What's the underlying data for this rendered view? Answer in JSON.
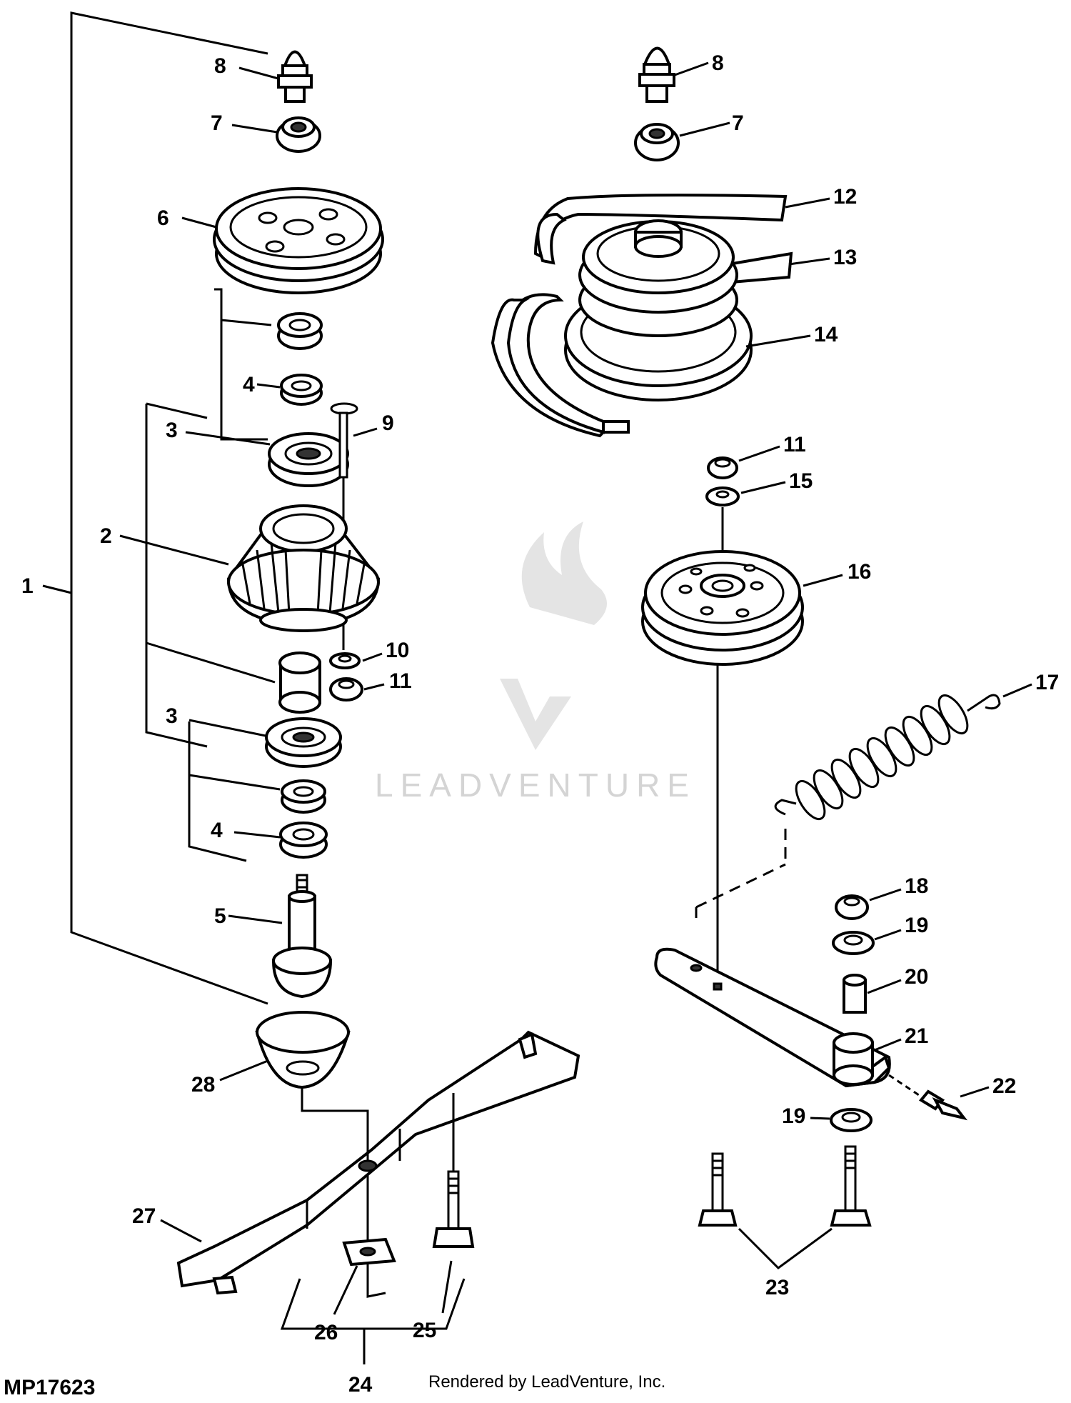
{
  "diagram": {
    "figure_code": "MP17623",
    "credit": "Rendered by LeadVenture, Inc.",
    "watermark": "LEADVENTURE",
    "callouts": [
      "1",
      "2",
      "3",
      "3",
      "4",
      "4",
      "5",
      "6",
      "7",
      "7",
      "8",
      "8",
      "9",
      "10",
      "11",
      "11",
      "12",
      "13",
      "14",
      "15",
      "16",
      "17",
      "18",
      "19",
      "19",
      "20",
      "21",
      "22",
      "23",
      "24",
      "25",
      "26",
      "27",
      "28"
    ]
  }
}
